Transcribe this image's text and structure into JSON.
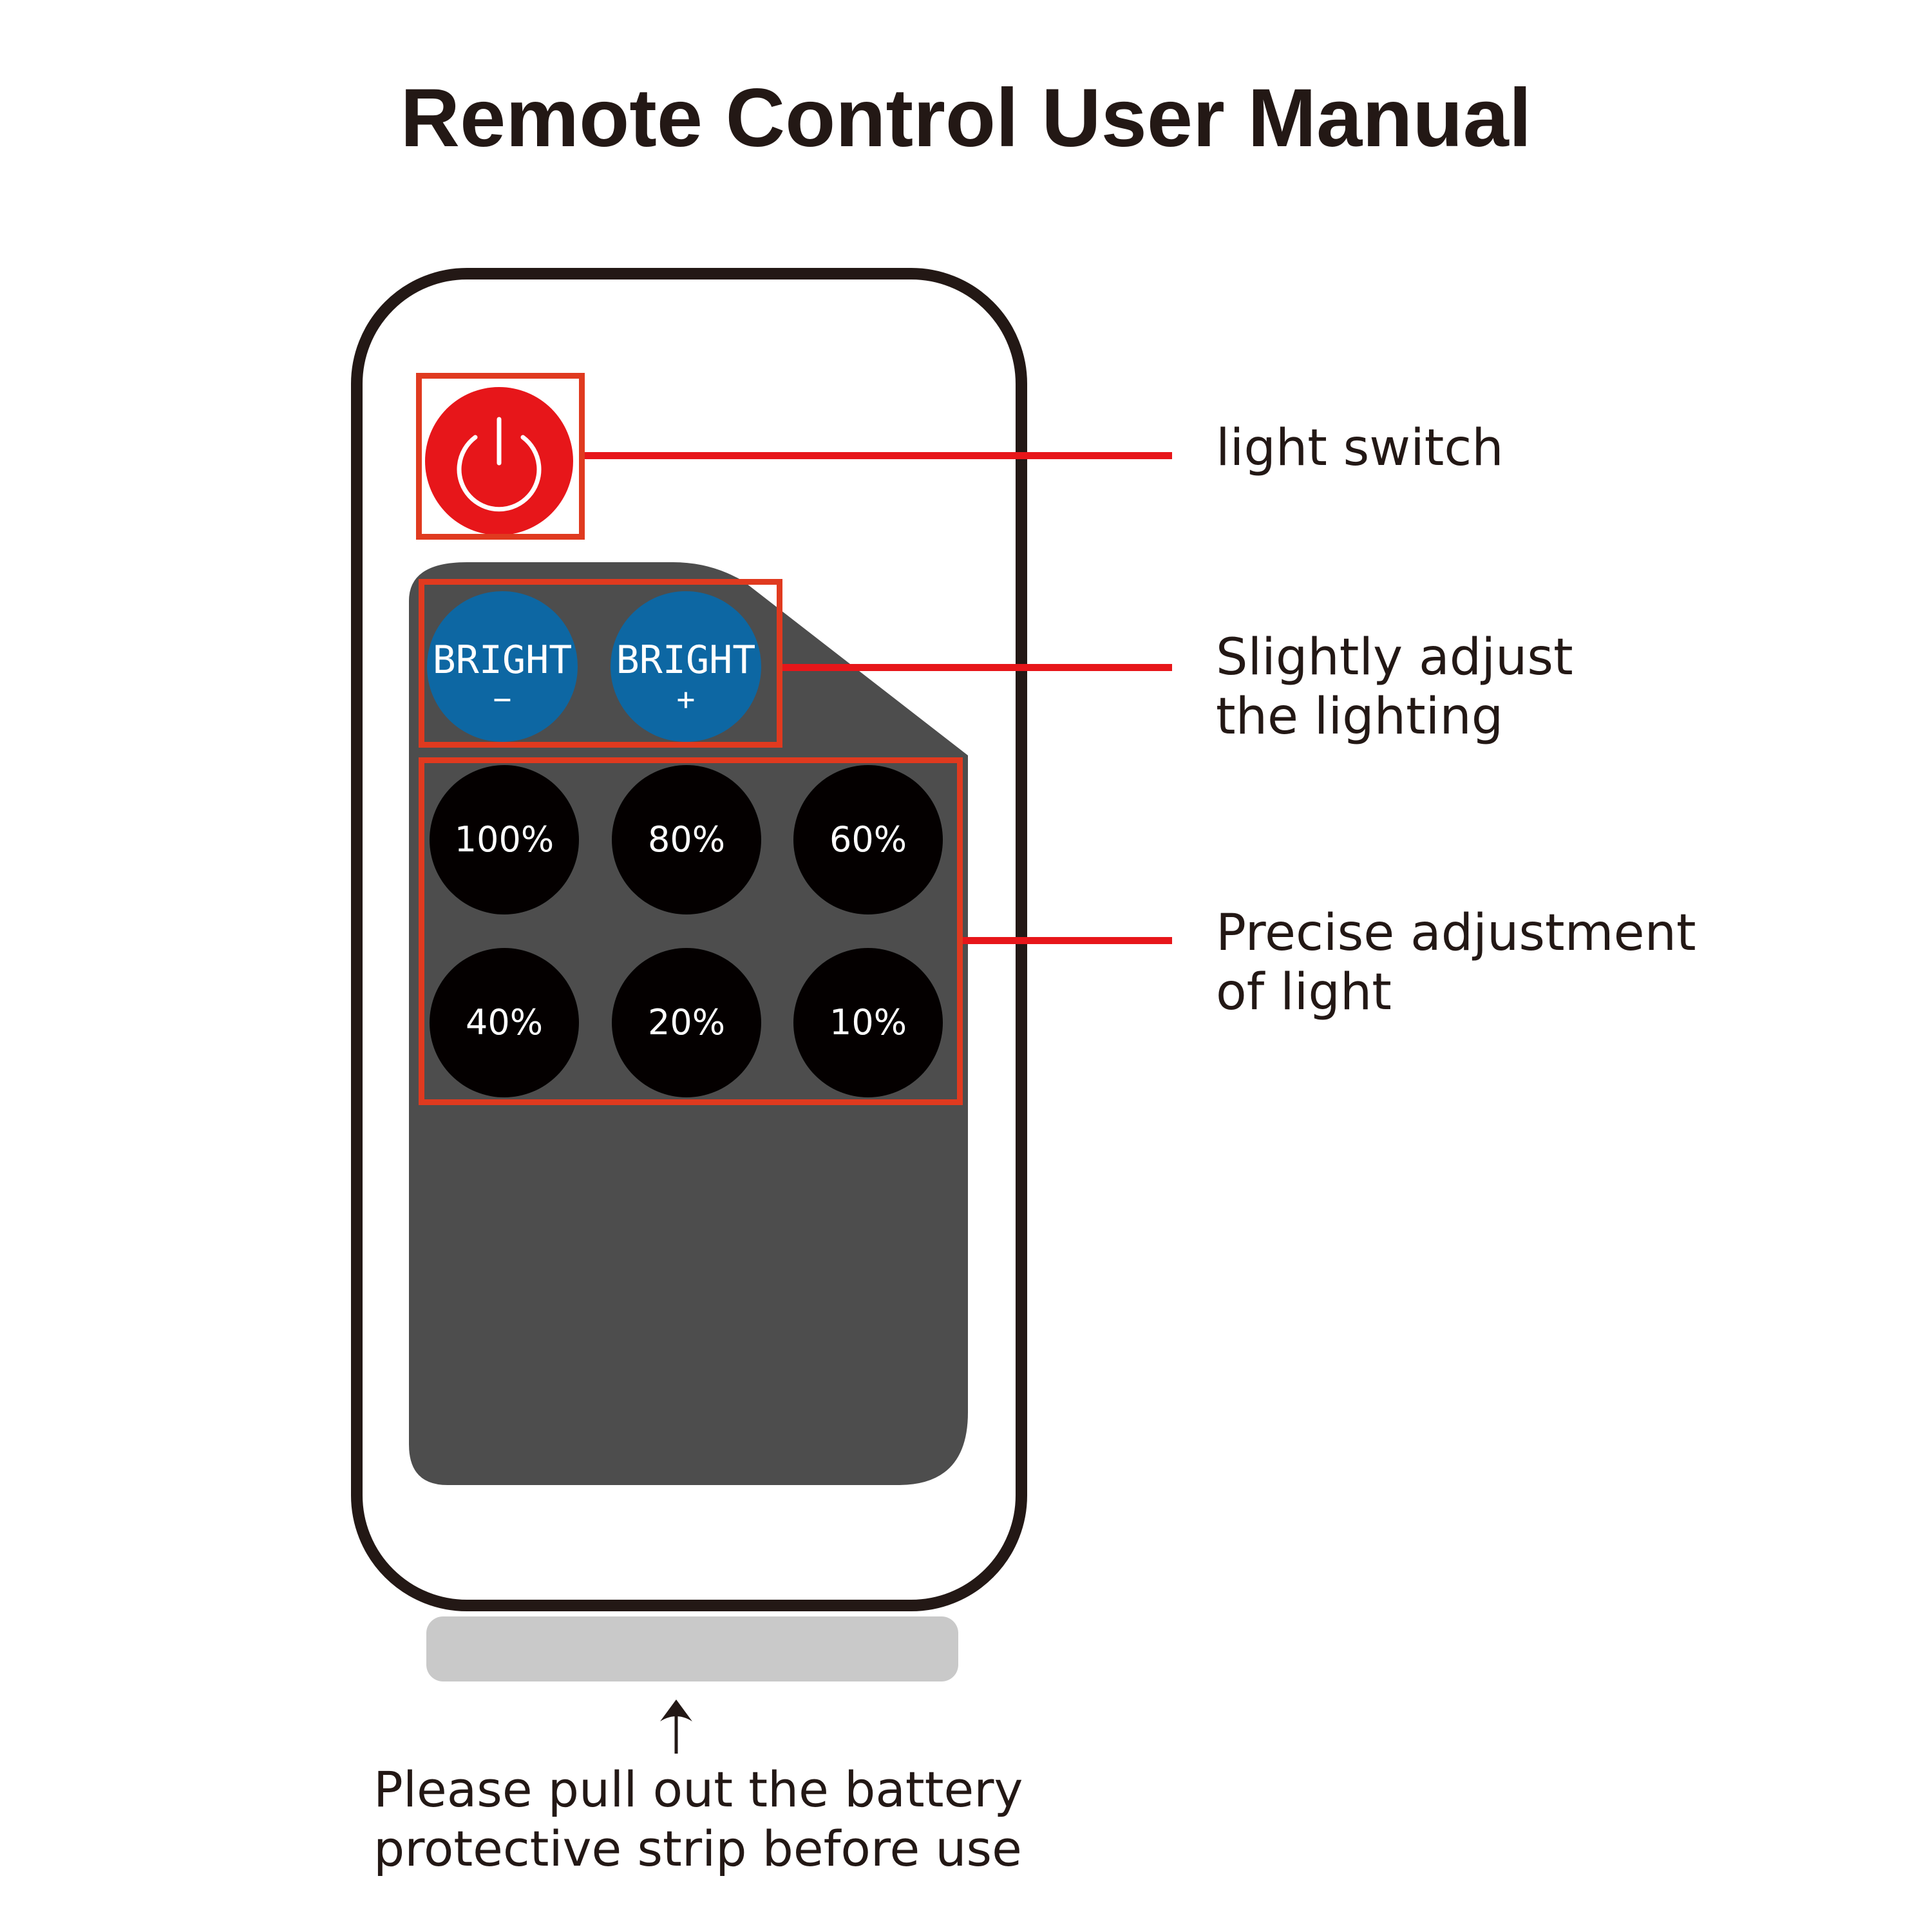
{
  "title": "Remote Control User Manual",
  "colors": {
    "accent_red": "#e7161a",
    "highlight_red": "#e03a1f",
    "bright_blue": "#0d67a3",
    "panel_gray": "#4d4d4d",
    "strip_gray": "#c9c9c9"
  },
  "power_button": {
    "icon": "power-icon"
  },
  "bright_buttons": [
    {
      "label": "BRIGHT",
      "sign": "−"
    },
    {
      "label": "BRIGHT",
      "sign": "+"
    }
  ],
  "level_buttons": [
    "100%",
    "80%",
    "60%",
    "40%",
    "20%",
    "10%"
  ],
  "callouts": {
    "switch": "light switch",
    "bright_line1": "Slightly adjust",
    "bright_line2": "the lighting",
    "precise_line1": "Precise adjustment",
    "precise_line2": "of light"
  },
  "note": {
    "line1": "Please pull out the battery",
    "line2": "protective strip before use"
  }
}
